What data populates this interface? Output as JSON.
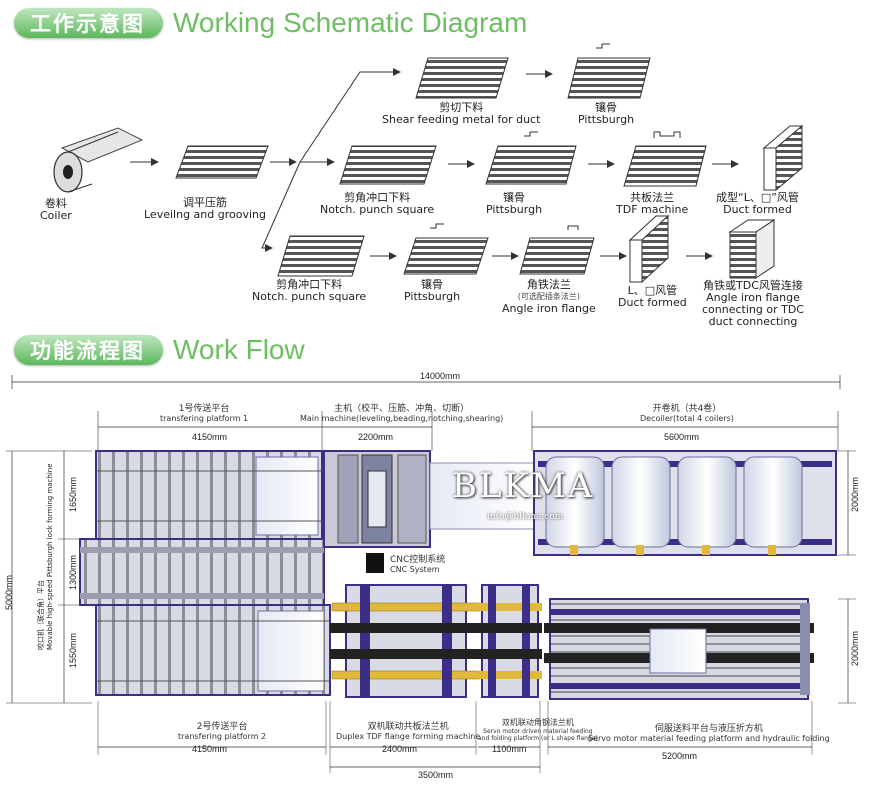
{
  "schematic": {
    "title_cn": "工作示意图",
    "title_en": "Working Schematic Diagram",
    "steps": {
      "coiler": {
        "cn": "卷料",
        "en": "Coiler"
      },
      "leveling": {
        "cn": "调平压筋",
        "en": "Leveilng and grooving"
      },
      "shear": {
        "cn": "剪切下料",
        "en": "Shear feeding metal for duct"
      },
      "pittsburgh_top": {
        "cn": "镶骨",
        "en": "Pittsburgh"
      },
      "notch_mid": {
        "cn": "剪角冲口下料",
        "en": "Notch. punch square"
      },
      "pittsburgh_mid": {
        "cn": "镶骨",
        "en": "Pittsburgh"
      },
      "tdf": {
        "cn": "共板法兰",
        "en": "TDF  machine"
      },
      "duct_formed_mid": {
        "cn": "成型“L、□”风管",
        "en": "Duct formed"
      },
      "notch_bot": {
        "cn": "剪角冲口下料",
        "en": "Notch. punch square"
      },
      "pittsburgh_bot": {
        "cn": "镶骨",
        "en": "Pittsburgh"
      },
      "angle_flange": {
        "cn": "角铁法兰",
        "note": "(可选配插条法兰)",
        "en": "Angle iron flange"
      },
      "duct_formed_bot": {
        "cn": "L、□风管",
        "en": "Duct formed"
      },
      "angle_tdc": {
        "cn": "角铁或TDC风管连接",
        "en1": "Angle iron flange",
        "en2": "connecting or TDC",
        "en3": "duct connecting"
      }
    }
  },
  "workflow": {
    "title_cn": "功能流程图",
    "title_en": "Work Flow",
    "total_length": "14000mm",
    "platform1": {
      "cn": "1号传送平台",
      "en": "transfering platform 1",
      "dim": "4150mm"
    },
    "main_machine": {
      "cn": "主机（校平、压筋、冲角、切断）",
      "en": "Main machine(leveling,beading,notching,shearing)",
      "dim": "2200mm"
    },
    "decoiler": {
      "cn": "开卷机（共4卷）",
      "en": "Decoiler(total 4 coilers)",
      "dim": "5600mm"
    },
    "cnc": {
      "cn": "CNC控制系统",
      "en": "CNC System"
    },
    "platform2": {
      "cn": "2号传送平台",
      "en": "transfering platform 2",
      "dim": "4150mm"
    },
    "tdf_machine": {
      "cn": "双机联动共板法兰机",
      "en": "Duplex TDF flange forming machine",
      "dim": "2400mm"
    },
    "angle_machine": {
      "cn": "双机联动角钢法兰机",
      "en1": "Servo motor driven material feeding",
      "en2": "and folding platform (or L shape flange)",
      "dim": "1100mm"
    },
    "servo": {
      "cn": "伺服送料平台与液压折方机",
      "en": "Servo motor material feeding platform and hydraulic folding",
      "dim": "5200mm"
    },
    "combined_dim": "3500mm",
    "left_total": "5000mm",
    "left_dim1": "1650mm",
    "left_dim2": "1300mm",
    "left_dim3": "1550mm",
    "right_dim1": "2000mm",
    "right_dim2": "2000mm",
    "side_label": {
      "cn": "咬口机（联合角）平台",
      "en": "Movable high-speed Pittsburgh lock forming machine"
    },
    "watermark": "BLKMA",
    "watermark_sub": "info@blkma.com"
  },
  "colors": {
    "accent_green": "#5cb85c",
    "title_green": "#6cbf60",
    "frame_purple": "#3c2e86",
    "rail_yellow": "#e0b83a"
  }
}
